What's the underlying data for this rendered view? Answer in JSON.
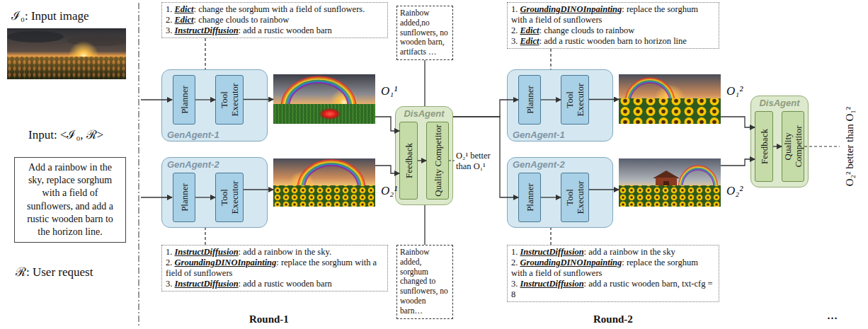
{
  "diagram": {
    "nodes": [
      {
        "text": [
          "Add a rainbow in the sky, replace sorghum with a field of sunflowers, and add a rustic wooden barn to the horizon line."
        ]
      },
      {
        "text": [
          "1. Edict: change the sorghum with a field of sunflowers.",
          "2. Edict: change clouds to rainbow",
          "3. InstructDiffusion: add a rustic wooden barn"
        ]
      },
      {
        "text": [
          "GenAgent-1"
        ]
      },
      {
        "text": [
          "Planner"
        ],
        "in": 2
      },
      {
        "text": [
          "Tool Executor"
        ],
        "in": 2
      },
      {
        "text": [
          "O₁¹"
        ]
      },
      {
        "text": [
          "GenAgent-2"
        ]
      },
      {
        "text": [
          "Planner"
        ],
        "in": 6
      },
      {
        "text": [
          "Tool Executor"
        ],
        "in": 6
      },
      {
        "text": [
          "O₂¹"
        ]
      },
      {
        "text": [
          "1. InstructDiffusion: add a rainbow in the sky.",
          "2. GroundingDINOInpainting: replace the sorghum with a field of sunflowers",
          "3. InstructDiffusion: add a rustic wooden barn"
        ]
      },
      {
        "text": [
          "Rainbow added,no sunflowers, no wooden barn, artifacts …"
        ]
      },
      {
        "text": [
          "DisAgent"
        ]
      },
      {
        "text": [
          "Feedback"
        ],
        "in": 12
      },
      {
        "text": [
          "Quality Competitor"
        ],
        "in": 12
      },
      {
        "text": [
          "Rainbow added, sorghum changed to sunflowers, no wooden barn…"
        ]
      },
      {
        "text": [
          "1. GroundingDINOInpainting: replace the sorghum with a field of sunflowers",
          "2. Edict: change clouds to rainbow",
          "3. Edict: add a rustic wooden barn to horizon line"
        ]
      },
      {
        "text": [
          "GenAgent-1"
        ]
      },
      {
        "text": [
          "Planner"
        ],
        "in": 17
      },
      {
        "text": [
          "Tool Executor"
        ],
        "in": 17
      },
      {
        "text": [
          "O₁²"
        ]
      },
      {
        "text": [
          "GenAgent-2"
        ]
      },
      {
        "text": [
          "Planner"
        ],
        "in": 21
      },
      {
        "text": [
          "Tool Executor"
        ],
        "in": 21
      },
      {
        "text": [
          "O₂²"
        ]
      },
      {
        "text": [
          "1. InstructDiffusion: add a rainbow in the sky",
          "2. GroundingDINOInpainting: replace the sorghum with a field of sunflowers",
          "3. InstructDiffusion: add a rustic wooden barn, txt-cfg = 8"
        ]
      },
      {
        "text": [
          "DisAgent"
        ]
      },
      {
        "text": [
          "Feedback"
        ],
        "in": 26
      },
      {
        "text": [
          "Quality Competitor"
        ],
        "in": 26
      }
    ],
    "edges": [
      {
        "from": 1,
        "to": 2,
        "arrow": "none"
      },
      {
        "from": 3,
        "to": 4,
        "arrow": "to"
      },
      {
        "from": 4,
        "to": 5,
        "arrow": "to"
      },
      {
        "from": 10,
        "to": 6,
        "arrow": "none"
      },
      {
        "from": 7,
        "to": 8,
        "arrow": "to"
      },
      {
        "from": 8,
        "to": 9,
        "arrow": "to"
      },
      {
        "from": 5,
        "to": 13,
        "arrow": "to"
      },
      {
        "from": 9,
        "to": 13,
        "arrow": "to"
      },
      {
        "from": 13,
        "to": 14,
        "arrow": "to"
      },
      {
        "from": 11,
        "to": 12,
        "arrow": "none"
      },
      {
        "from": 15,
        "to": 12,
        "arrow": "none"
      },
      {
        "from": 12,
        "to": 18,
        "arrow": "to"
      },
      {
        "from": 12,
        "to": 22,
        "arrow": "to"
      },
      {
        "from": 16,
        "to": 17,
        "arrow": "none"
      },
      {
        "from": 18,
        "to": 19,
        "arrow": "to"
      },
      {
        "from": 19,
        "to": 20,
        "arrow": "to"
      },
      {
        "from": 25,
        "to": 21,
        "arrow": "none"
      },
      {
        "from": 22,
        "to": 23,
        "arrow": "to"
      },
      {
        "from": 23,
        "to": 24,
        "arrow": "to"
      },
      {
        "from": 20,
        "to": 27,
        "arrow": "to"
      },
      {
        "from": 24,
        "to": 27,
        "arrow": "to"
      },
      {
        "from": 27,
        "to": 28,
        "arrow": "to"
      }
    ],
    "labels": [
      "ℐ₀: Input image",
      "Input: <ℐ₀, ℛ>",
      "ℛ: User request",
      "O₂¹ better than O₁¹",
      "Round-1",
      "Round-2",
      "O₂² better than O₁²",
      "…"
    ]
  }
}
